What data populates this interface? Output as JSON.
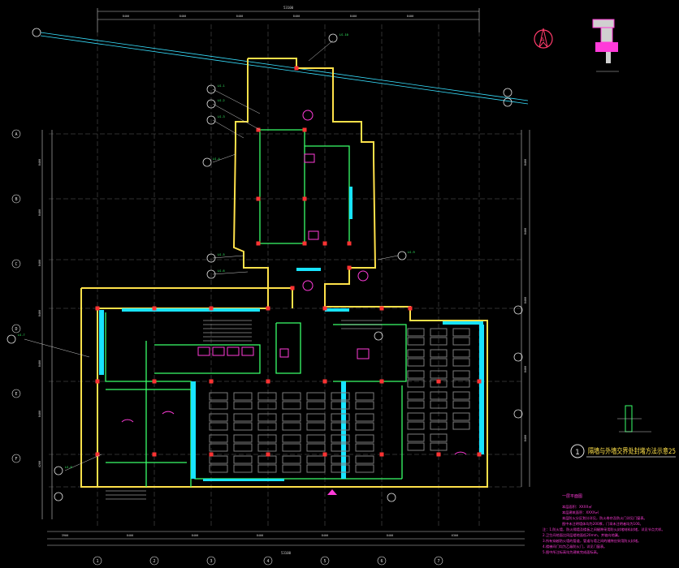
{
  "drawing": {
    "caption_number": "1",
    "caption_text": "隔墙与外墙交界处封堵方法示意25",
    "north_label": "A",
    "dims": {
      "top_total": "53100",
      "bottom_total": "53100",
      "top_segments": [
        "8400",
        "8400",
        "8400",
        "8400",
        "8400",
        "8400"
      ],
      "bottom_segments": [
        "3900",
        "8400",
        "8400",
        "8400",
        "8400",
        "8400",
        "6300"
      ],
      "left_segments": [
        "8400",
        "8400",
        "8400",
        "8400",
        "8400",
        "8400",
        "4200"
      ],
      "right_segments": [
        "8400",
        "8400",
        "8400",
        "8400",
        "8400"
      ]
    },
    "notes_title": "一层平面图",
    "notes": [
      "本层面积：XXXX㎡",
      "本层建筑面积：XXXX㎡",
      "本层防火分区划分详见，防火卷帘及防火门详见门窗表。",
      "图中未注明墙体均为200厚，门垛未注明者均为100。",
      "注：1.防火墙，防火隔墙及楼板之间缝隙采用防火封堵材料封堵，详见节点大样。",
      "2.卫生间地面比同层楼地面低20mm，并坡向地漏。",
      "3.所有穿越防火墙的管道，管道与墙之间的缝隙应采用防火封堵。",
      "4.楼梯间门均为乙级防火门，详见门窗表。",
      "5.图中所注标高均为建筑完成面标高。"
    ],
    "tags_left": [
      "LS-1",
      "LS-2",
      "LS-3",
      "LS-4",
      "LS-5",
      "LS-6",
      "LS-7",
      "LS-8",
      "LS-9",
      "LS-10"
    ],
    "axis_labels": [
      "1",
      "2",
      "3",
      "4",
      "5",
      "6",
      "7",
      "A",
      "B",
      "C",
      "D",
      "E",
      "F"
    ]
  }
}
